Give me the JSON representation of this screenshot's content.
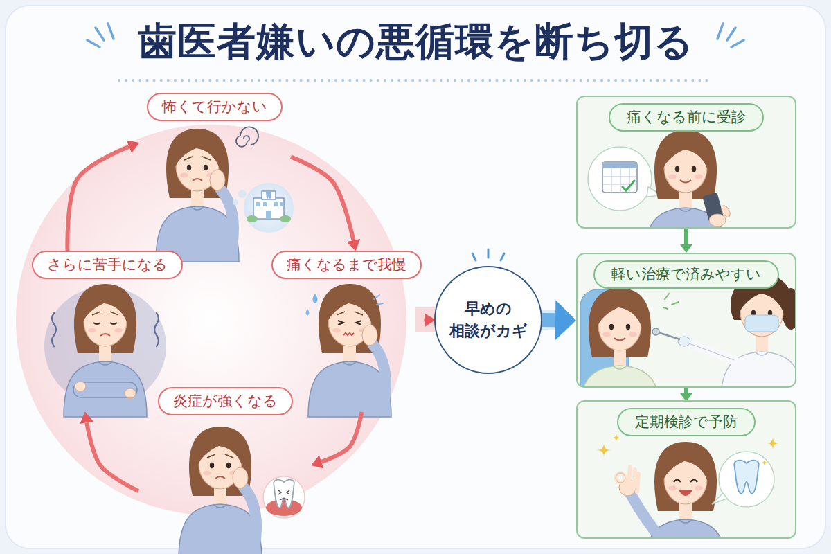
{
  "diagram": {
    "title": "歯医者嫌いの悪循環を断ち切る",
    "nodes": [
      {
        "text": [
          "怖くて行かない"
        ]
      },
      {
        "text": [
          "痛くなるまで我慢"
        ]
      },
      {
        "text": [
          "炎症が強くなる"
        ]
      },
      {
        "text": [
          "さらに苦手になる"
        ]
      },
      {
        "text": [
          "早めの 相談がカギ"
        ]
      },
      {
        "text": [
          "痛くなる前に受診"
        ]
      },
      {
        "text": [
          "軽い治療で済みやすい"
        ]
      },
      {
        "text": [
          "定期検診で予防"
        ]
      }
    ],
    "edges": [
      {
        "from": 0,
        "to": 1,
        "arrow": "to"
      },
      {
        "from": 1,
        "to": 2,
        "arrow": "to"
      },
      {
        "from": 2,
        "to": 3,
        "arrow": "to"
      },
      {
        "from": 3,
        "to": 0,
        "arrow": "to"
      },
      {
        "from": 1,
        "to": 4,
        "arrow": "to"
      },
      {
        "from": 4,
        "to": 6,
        "arrow": "to"
      },
      {
        "from": 5,
        "to": 6,
        "arrow": "to"
      },
      {
        "from": 6,
        "to": 7,
        "arrow": "to"
      }
    ]
  }
}
